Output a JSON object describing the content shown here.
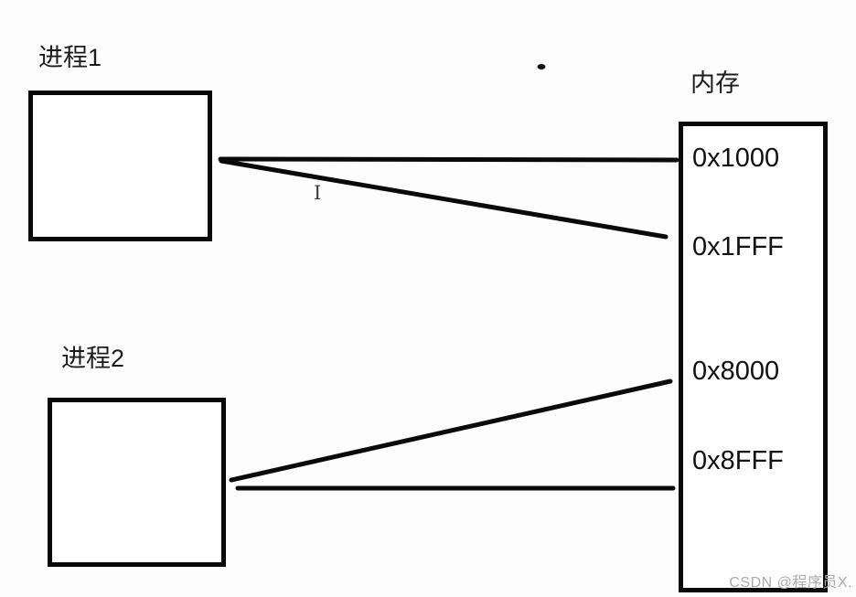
{
  "diagram": {
    "process1_label": "进程1",
    "process2_label": "进程2",
    "memory_label": "内存",
    "addresses": [
      "0x1000",
      "0x1FFF",
      "0x8000",
      "0x8FFF"
    ],
    "cursor_glyph": "I",
    "watermark": "CSDN @程序员X."
  },
  "colors": {
    "line": "#0a0a0a",
    "box_border": "#0a0a0a",
    "text": "#1c1c1c",
    "watermark": "#ababab",
    "background": "#fdfdfd"
  }
}
